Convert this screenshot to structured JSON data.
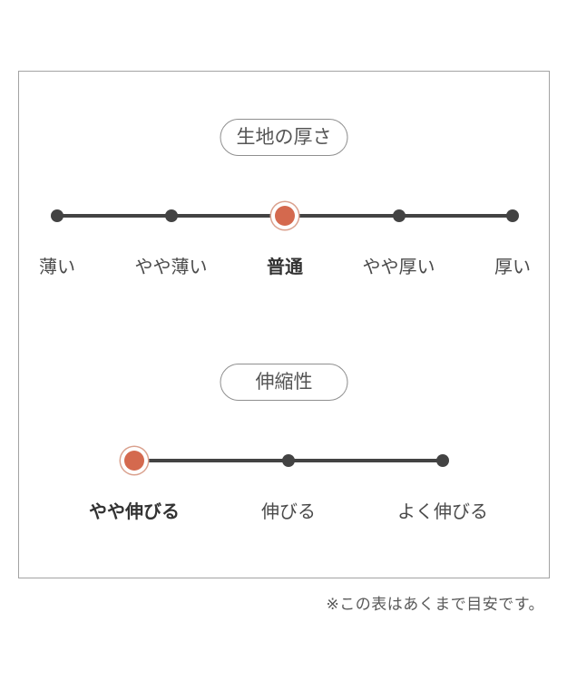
{
  "page": {
    "footnote": "※この表はあくまで目安です。"
  },
  "colors": {
    "background": "#ffffff",
    "box_border": "#a3a3a3",
    "pill_border": "#8f8f8f",
    "pill_text": "#555555",
    "track": "#434343",
    "dot": "#434343",
    "selected_dot": "#d4694e",
    "selected_ring": "#daa18e",
    "label_text": "#4a4a4a",
    "selected_label_text": "#333333",
    "footnote_text": "#595959"
  },
  "scales": [
    {
      "title": "生地の厚さ",
      "options": [
        "薄い",
        "やや薄い",
        "普通",
        "やや厚い",
        "厚い"
      ],
      "selected_index": 2,
      "selected_option": "普通"
    },
    {
      "title": "伸縮性",
      "options": [
        "やや伸びる",
        "伸びる",
        "よく伸びる"
      ],
      "selected_index": 0,
      "selected_option": "やや伸びる"
    }
  ]
}
